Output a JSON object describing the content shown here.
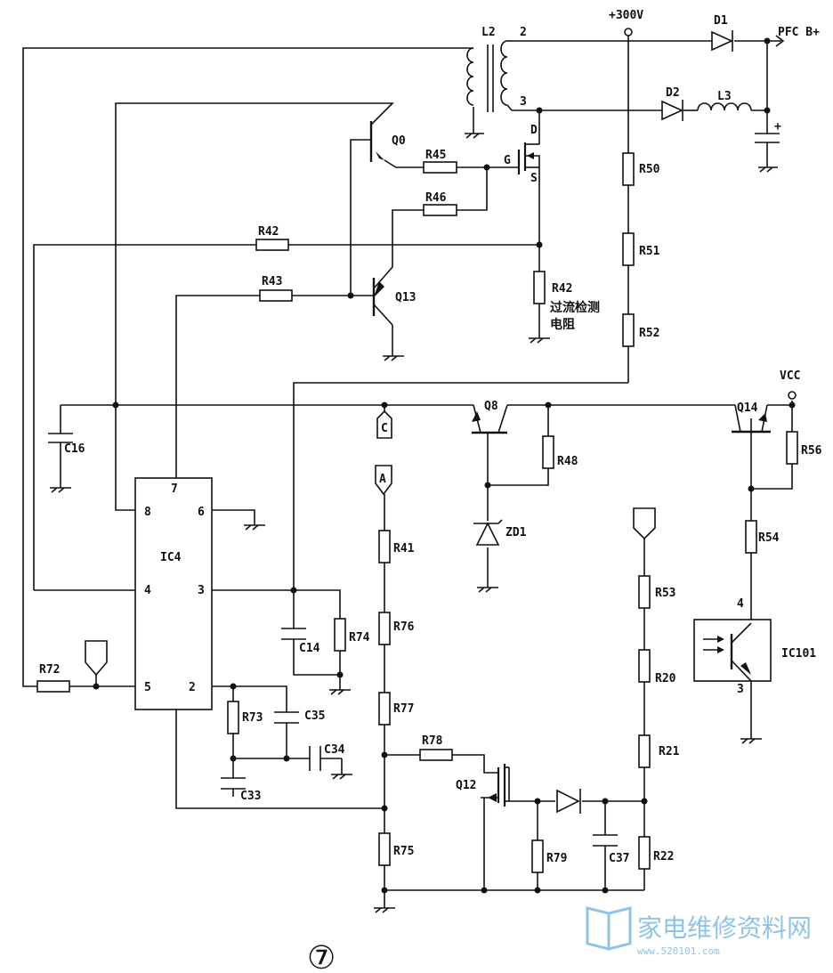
{
  "labels": {
    "v300": "+300V",
    "pfc": "PFC B+",
    "vcc": "VCC",
    "D1": "D1",
    "D2": "D2",
    "L2": "L2",
    "L3": "L3",
    "pin2": "2",
    "pin3": "3",
    "Q0": "Q0",
    "Q13": "Q13",
    "Q8": "Q8",
    "Q12": "Q12",
    "Q14": "Q14",
    "D": "D",
    "G": "G",
    "S": "S",
    "R45": "R45",
    "R46": "R46",
    "R42a": "R42",
    "R42b": "R42",
    "R43": "R43",
    "R50": "R50",
    "R51": "R51",
    "R52": "R52",
    "R48": "R48",
    "R56": "R56",
    "R54": "R54",
    "R41": "R41",
    "R76": "R76",
    "R77": "R77",
    "R74": "R74",
    "R53": "R53",
    "R20": "R20",
    "R21": "R21",
    "R22": "R22",
    "R72": "R72",
    "R73": "R73",
    "R78": "R78",
    "R75": "R75",
    "R79": "R79",
    "C16": "C16",
    "C14": "C14",
    "C35": "C35",
    "C34": "C34",
    "C33": "C33",
    "C37": "C37",
    "ZD1": "ZD1",
    "IC4": "IC4",
    "IC101": "IC101",
    "ic4_p7": "7",
    "ic4_p8": "8",
    "ic4_p6": "6",
    "ic4_p4": "4",
    "ic4_p3": "3",
    "ic4_p5": "5",
    "ic4_p2": "2",
    "ic101_p4": "4",
    "ic101_p3": "3",
    "connC": "C",
    "connA": "A",
    "sense_l1": "过流检测",
    "sense_l2": "电阻",
    "fig": "⑦"
  },
  "watermark": {
    "text": "家电维修资料网",
    "url": "www.520101.com",
    "color": "#8fc4e6"
  }
}
